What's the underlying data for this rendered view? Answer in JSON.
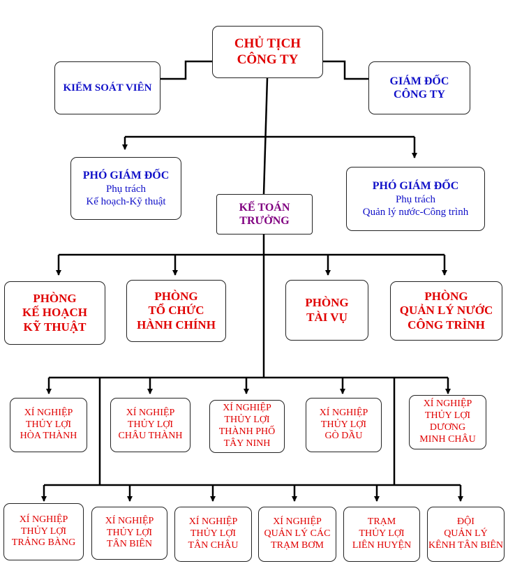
{
  "chairman": [
    "CHỦ TỊCH",
    "CÔNG TY"
  ],
  "supervisor": [
    "KIỂM SOÁT VIÊN"
  ],
  "director": [
    "GIÁM ĐỐC",
    "CÔNG TY"
  ],
  "deputy_planning": {
    "title": "PHÓ GIÁM ĐỐC",
    "lines": [
      "Phụ trách",
      "Kế hoạch-Kỹ thuật"
    ]
  },
  "deputy_water": {
    "title": "PHÓ GIÁM ĐỐC",
    "lines": [
      "Phụ trách",
      "Quản lý nước-Công trình"
    ]
  },
  "chief_accountant": [
    "KẾ TOÁN",
    "TRƯỞNG"
  ],
  "departments": [
    [
      "PHÒNG",
      "KẾ HOẠCH",
      "KỸ THUẬT"
    ],
    [
      "PHÒNG",
      "TỔ CHỨC",
      "HÀNH CHÍNH"
    ],
    [
      "PHÒNG",
      "TÀI VỤ"
    ],
    [
      "PHÒNG",
      "QUẢN LÝ NƯỚC",
      "CÔNG TRÌNH"
    ]
  ],
  "units_row1": [
    [
      "XÍ NGHIỆP",
      "THỦY LỢI",
      "HÒA THÀNH"
    ],
    [
      "XÍ NGHIỆP",
      "THỦY LỢI",
      "CHÂU THÀNH"
    ],
    [
      "XÍ NGHIỆP",
      "THỦY LỢI",
      "THÀNH PHỐ",
      "TÂY NINH"
    ],
    [
      "XÍ NGHIỆP",
      "THỦY LỢI",
      "GÒ DẦU"
    ],
    [
      "XÍ NGHIỆP",
      "THỦY LỢI",
      "DƯƠNG",
      "MINH CHÂU"
    ]
  ],
  "units_row2": [
    [
      "XÍ NGHIỆP",
      "THỦY LỢI",
      "TRẢNG BÀNG"
    ],
    [
      "XÍ NGHIỆP",
      "THỦY LỢI",
      "TÂN BIÊN"
    ],
    [
      "XÍ NGHIỆP",
      "THỦY LỢI",
      "TÂN CHÂU"
    ],
    [
      "XÍ NGHIỆP",
      "QUẢN LÝ CÁC",
      "TRẠM BƠM"
    ],
    [
      "TRẠM",
      "THỦY LỢI",
      "LIÊN HUYỆN"
    ],
    [
      "ĐỘI",
      "QUẢN LÝ",
      "KÊNH TÂN BIÊN"
    ]
  ],
  "colors": {
    "red_text": "#e00000",
    "blue_text": "#1010c8",
    "purple_text": "#800080",
    "lines": "#000000"
  }
}
